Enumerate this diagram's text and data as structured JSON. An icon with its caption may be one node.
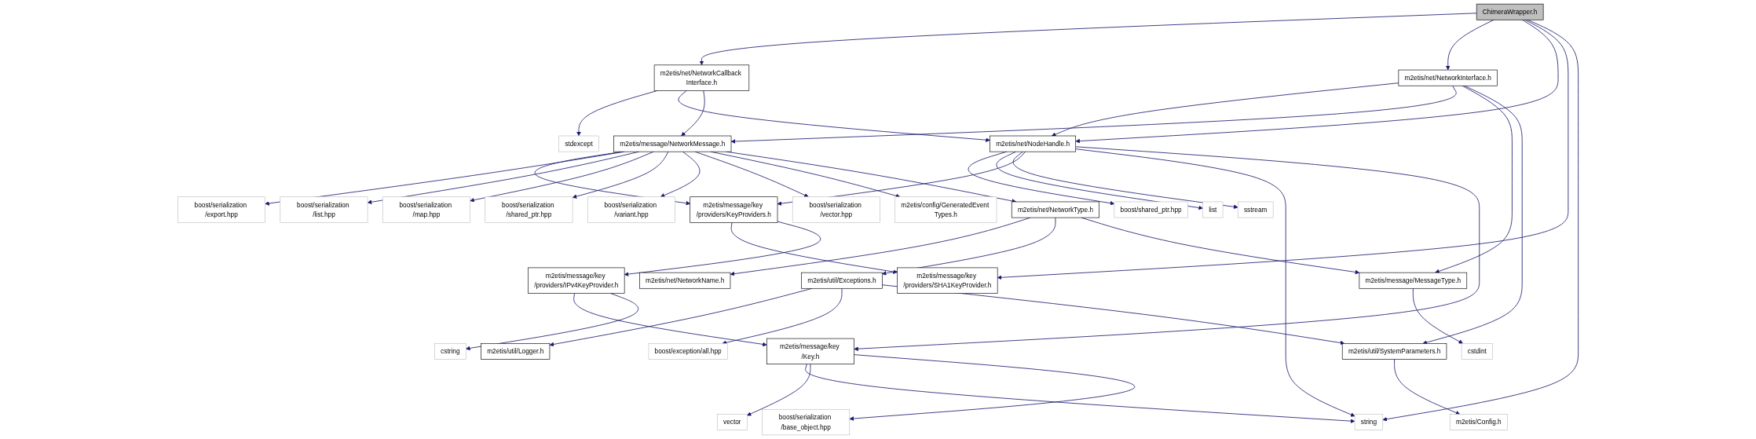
{
  "diagram": {
    "nodes": [
      {
        "text": [
          "ChimeraWrapper.h"
        ]
      },
      {
        "text": [
          "m2etis/net/NetworkCallback Interface.h"
        ]
      },
      {
        "text": [
          "m2etis/net/NetworkInterface.h"
        ]
      },
      {
        "text": [
          "stdexcept"
        ]
      },
      {
        "text": [
          "m2etis/net/NodeHandle.h"
        ]
      },
      {
        "text": [
          "m2etis/message/NetworkMessage.h"
        ]
      },
      {
        "text": [
          "boost/shared_ptr.hpp"
        ]
      },
      {
        "text": [
          "list"
        ]
      },
      {
        "text": [
          "sstream"
        ]
      },
      {
        "text": [
          "m2etis/message/key /providers/KeyProviders.h"
        ]
      },
      {
        "text": [
          "boost/serialization /export.hpp"
        ]
      },
      {
        "text": [
          "boost/serialization /list.hpp"
        ]
      },
      {
        "text": [
          "boost/serialization /map.hpp"
        ]
      },
      {
        "text": [
          "boost/serialization /shared_ptr.hpp"
        ]
      },
      {
        "text": [
          "boost/serialization /variant.hpp"
        ]
      },
      {
        "text": [
          "boost/serialization /vector.hpp"
        ]
      },
      {
        "text": [
          "m2etis/config/GeneratedEvent Types.h"
        ]
      },
      {
        "text": [
          "m2etis/net/NetworkType.h"
        ]
      },
      {
        "text": [
          "m2etis/message/key /providers/SHA1KeyProvider.h"
        ]
      },
      {
        "text": [
          "m2etis/message/key /providers/IPv4KeyProvider.h"
        ]
      },
      {
        "text": [
          "m2etis/net/NetworkName.h"
        ]
      },
      {
        "text": [
          "m2etis/util/Exceptions.h"
        ]
      },
      {
        "text": [
          "m2etis/message/MessageType.h"
        ]
      },
      {
        "text": [
          "cstring"
        ]
      },
      {
        "text": [
          "m2etis/message/key /Key.h"
        ]
      },
      {
        "text": [
          "m2etis/util/Logger.h"
        ]
      },
      {
        "text": [
          "boost/exception/all.hpp"
        ]
      },
      {
        "text": [
          "m2etis/util/SystemParameters.h"
        ]
      },
      {
        "text": [
          "cstdint"
        ]
      },
      {
        "text": [
          "string"
        ]
      },
      {
        "text": [
          "vector"
        ]
      },
      {
        "text": [
          "boost/serialization /base_object.hpp"
        ]
      },
      {
        "text": [
          "m2etis/Config.h"
        ]
      }
    ],
    "edges": [
      {
        "from": 0,
        "to": 1,
        "arrow": "to"
      },
      {
        "from": 0,
        "to": 2,
        "arrow": "to"
      },
      {
        "from": 0,
        "to": 4,
        "arrow": "to"
      },
      {
        "from": 0,
        "to": 18,
        "arrow": "to"
      },
      {
        "from": 0,
        "to": 29,
        "arrow": "to"
      },
      {
        "from": 1,
        "to": 3,
        "arrow": "to"
      },
      {
        "from": 1,
        "to": 4,
        "arrow": "to"
      },
      {
        "from": 1,
        "to": 5,
        "arrow": "to"
      },
      {
        "from": 2,
        "to": 4,
        "arrow": "to"
      },
      {
        "from": 2,
        "to": 5,
        "arrow": "to"
      },
      {
        "from": 2,
        "to": 22,
        "arrow": "to"
      },
      {
        "from": 2,
        "to": 27,
        "arrow": "to"
      },
      {
        "from": 4,
        "to": 6,
        "arrow": "to"
      },
      {
        "from": 4,
        "to": 7,
        "arrow": "to"
      },
      {
        "from": 4,
        "to": 8,
        "arrow": "to"
      },
      {
        "from": 4,
        "to": 9,
        "arrow": "to"
      },
      {
        "from": 4,
        "to": 29,
        "arrow": "to"
      },
      {
        "from": 4,
        "to": 24,
        "arrow": "to"
      },
      {
        "from": 5,
        "to": 9,
        "arrow": "to"
      },
      {
        "from": 5,
        "to": 10,
        "arrow": "to"
      },
      {
        "from": 5,
        "to": 11,
        "arrow": "to"
      },
      {
        "from": 5,
        "to": 12,
        "arrow": "to"
      },
      {
        "from": 5,
        "to": 13,
        "arrow": "to"
      },
      {
        "from": 5,
        "to": 14,
        "arrow": "to"
      },
      {
        "from": 5,
        "to": 15,
        "arrow": "to"
      },
      {
        "from": 5,
        "to": 16,
        "arrow": "to"
      },
      {
        "from": 5,
        "to": 17,
        "arrow": "to"
      },
      {
        "from": 9,
        "to": 18,
        "arrow": "to"
      },
      {
        "from": 9,
        "to": 19,
        "arrow": "to"
      },
      {
        "from": 19,
        "to": 24,
        "arrow": "to"
      },
      {
        "from": 19,
        "to": 23,
        "arrow": "to"
      },
      {
        "from": 24,
        "to": 29,
        "arrow": "to"
      },
      {
        "from": 24,
        "to": 30,
        "arrow": "to"
      },
      {
        "from": 24,
        "to": 31,
        "arrow": "to"
      },
      {
        "from": 17,
        "to": 20,
        "arrow": "to"
      },
      {
        "from": 17,
        "to": 21,
        "arrow": "to"
      },
      {
        "from": 17,
        "to": 22,
        "arrow": "to"
      },
      {
        "from": 21,
        "to": 25,
        "arrow": "to"
      },
      {
        "from": 21,
        "to": 26,
        "arrow": "to"
      },
      {
        "from": 21,
        "to": 27,
        "arrow": "to"
      },
      {
        "from": 22,
        "to": 28,
        "arrow": "to"
      },
      {
        "from": 27,
        "to": 32,
        "arrow": "to"
      }
    ]
  }
}
